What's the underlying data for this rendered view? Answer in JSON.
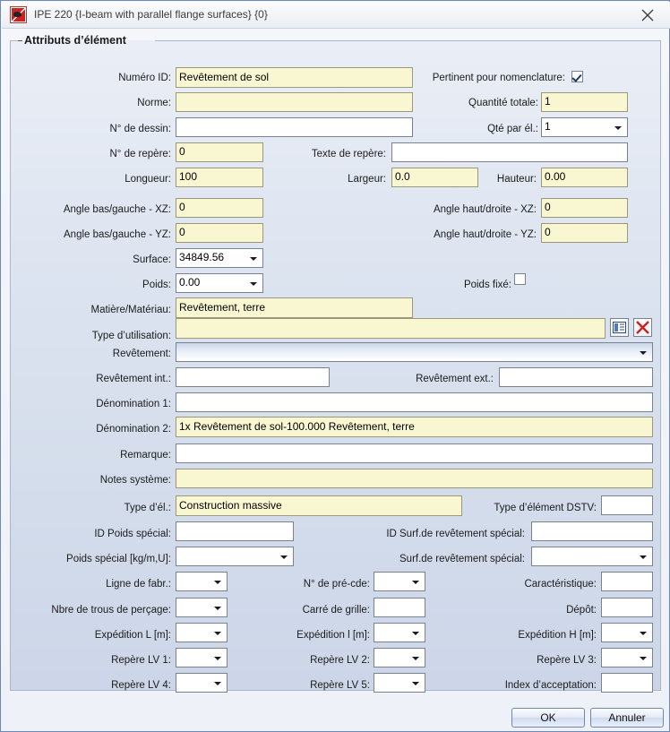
{
  "window": {
    "title": "IPE 220 {I-beam with parallel flange surfaces} {0}",
    "icon": "app-icon",
    "close_icon": "close-icon"
  },
  "group": {
    "title": "Attributs d’élément"
  },
  "fields": {
    "numero_id": {
      "label": "Numéro ID:",
      "value": "Revêtement de sol"
    },
    "norme": {
      "label": "Norme:",
      "value": ""
    },
    "n_de_dessin": {
      "label": "N° de dessin:",
      "value": ""
    },
    "n_de_repere": {
      "label": "N° de repère:",
      "value": "0"
    },
    "texte_de_repere": {
      "label": "Texte de repère:",
      "value": ""
    },
    "longueur": {
      "label": "Longueur:",
      "value": "100"
    },
    "largeur": {
      "label": "Largeur:",
      "value": "0.0"
    },
    "hauteur": {
      "label": "Hauteur:",
      "value": "0.00"
    },
    "pertinent_nomenclature": {
      "label": "Pertinent pour nomenclature:",
      "checked": true
    },
    "quantite_totale": {
      "label": "Quantité totale:",
      "value": "1"
    },
    "qte_par_el": {
      "label": "Qté par él.:",
      "value": "1"
    },
    "angle_bas_gauche_xz": {
      "label": "Angle bas/gauche - XZ:",
      "value": "0"
    },
    "angle_haut_droite_xz": {
      "label": "Angle haut/droite - XZ:",
      "value": "0"
    },
    "angle_bas_gauche_yz": {
      "label": "Angle bas/gauche - YZ:",
      "value": "0"
    },
    "angle_haut_droite_yz": {
      "label": "Angle haut/droite - YZ:",
      "value": "0"
    },
    "surface": {
      "label": "Surface:",
      "value": "34849.56"
    },
    "poids": {
      "label": "Poids:",
      "value": "0.00"
    },
    "poids_fixe": {
      "label": "Poids fixé:",
      "checked": false
    },
    "matiere_materiau": {
      "label": "Matière/Matériau:",
      "value": "Revêtement, terre"
    },
    "type_utilisation": {
      "label": "Type d’utilisation:",
      "value": ""
    },
    "revetement": {
      "label": "Revêtement:",
      "value": ""
    },
    "revetement_int": {
      "label": "Revêtement int.:",
      "value": ""
    },
    "revetement_ext": {
      "label": "Revêtement ext.:",
      "value": ""
    },
    "denomination_1": {
      "label": "Dénomination 1:",
      "value": ""
    },
    "denomination_2": {
      "label": "Dénomination 2:",
      "value": "1x Revêtement de sol-100.000 Revêtement, terre"
    },
    "remarque": {
      "label": "Remarque:",
      "value": ""
    },
    "notes_systeme": {
      "label": "Notes système:",
      "value": ""
    },
    "type_del": {
      "label": "Type d’él.:",
      "value": "Construction massive"
    },
    "type_element_dstv": {
      "label": "Type d’élément DSTV:",
      "value": ""
    },
    "id_poids_special": {
      "label": "ID Poids spécial:",
      "value": ""
    },
    "id_surf_revetement_special": {
      "label": "ID Surf.de revêtement spécial:",
      "value": ""
    },
    "poids_special": {
      "label": "Poids spécial [kg/m,U]:",
      "value": ""
    },
    "surf_revetement_special": {
      "label": "Surf.de revêtement spécial:",
      "value": ""
    },
    "ligne_de_fabr": {
      "label": "Ligne de fabr.:",
      "value": ""
    },
    "n_de_pre_cde": {
      "label": "N° de pré-cde:",
      "value": ""
    },
    "caracteristique": {
      "label": "Caractéristique:",
      "value": ""
    },
    "nbre_trous_percage": {
      "label": "Nbre de trous de perçage:",
      "value": ""
    },
    "carre_de_grille": {
      "label": "Carré de grille:",
      "value": ""
    },
    "depot": {
      "label": "Dépôt:",
      "value": ""
    },
    "expedition_l": {
      "label": "Expédition  L [m]:",
      "value": ""
    },
    "expedition_i": {
      "label": "Expédition  l [m]:",
      "value": ""
    },
    "expedition_h": {
      "label": "Expédition  H [m]:",
      "value": ""
    },
    "repere_lv1": {
      "label": "Repère LV 1:",
      "value": ""
    },
    "repere_lv2": {
      "label": "Repère LV 2:",
      "value": ""
    },
    "repere_lv3": {
      "label": "Repère LV 3:",
      "value": ""
    },
    "repere_lv4": {
      "label": "Repère LV 4:",
      "value": ""
    },
    "repere_lv5": {
      "label": "Repère LV 5:",
      "value": ""
    },
    "index_acceptation": {
      "label": "Index d’acceptation:",
      "value": ""
    }
  },
  "tools": {
    "list_icon": "list-select-icon",
    "clear_icon": "red-x-clear-icon"
  },
  "footer": {
    "ok_label": "OK",
    "cancel_label": "Annuler"
  },
  "colors": {
    "editable_yellow": "#f8f7d2",
    "panel_blue": "#ccd6e8",
    "title_bar": "#f4f6fa",
    "accent_red": "#d02020"
  }
}
